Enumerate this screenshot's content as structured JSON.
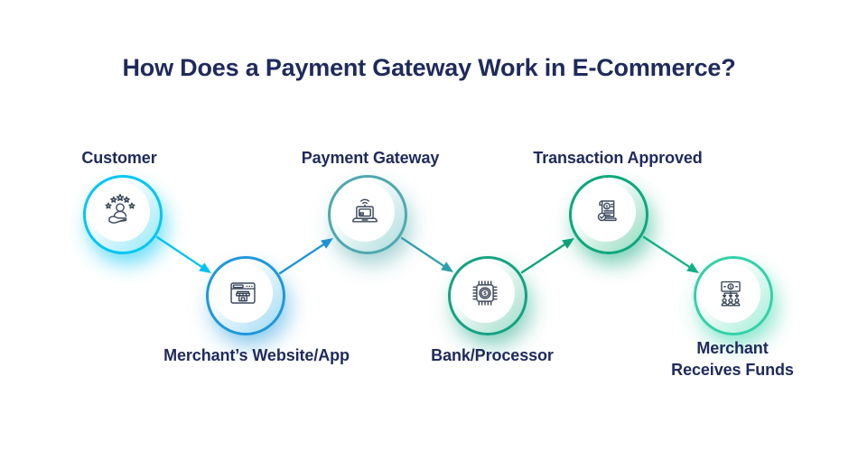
{
  "title": "How Does a Payment Gateway Work in E-Commerce?",
  "theme": {
    "background": "#ffffff",
    "title_color": "#1f2a5c",
    "label_color": "#1f2a5c",
    "icon_stroke": "#3d4a5c"
  },
  "nodes": [
    {
      "id": "customer",
      "label": "Customer",
      "icon": "customer-loyalty-icon",
      "colors": {
        "ring": "#00c6f3",
        "tint": "#9ae9fb",
        "glow": "rgba(0,198,243,0.40)"
      }
    },
    {
      "id": "merchant-website",
      "label": "Merchant’s Website/App",
      "icon": "storefront-browser-icon",
      "colors": {
        "ring": "#1e98da",
        "tint": "#a5dcf5",
        "glow": "rgba(30,152,218,0.35)"
      }
    },
    {
      "id": "payment-gateway",
      "label": "Payment Gateway",
      "icon": "laptop-payment-icon",
      "colors": {
        "ring": "#4fa9ad",
        "tint": "#b2dedf",
        "glow": "rgba(79,169,173,0.35)"
      }
    },
    {
      "id": "bank-processor",
      "label": "Bank/Processor",
      "icon": "chip-processor-icon",
      "colors": {
        "ring": "#13a382",
        "tint": "#a6decd",
        "glow": "rgba(19,163,130,0.35)"
      }
    },
    {
      "id": "transaction-approved",
      "label": "Transaction Approved",
      "icon": "approved-receipt-icon",
      "colors": {
        "ring": "#0ca87b",
        "tint": "#97ddc2",
        "glow": "rgba(12,168,123,0.38)"
      }
    },
    {
      "id": "merchant-receives-funds",
      "label": "Merchant\nReceives Funds",
      "icon": "funds-distribution-icon",
      "colors": {
        "ring": "#32d2a8",
        "tint": "#a9eeda",
        "glow": "rgba(50,210,168,0.40)"
      }
    }
  ],
  "arrows": [
    {
      "from": "customer",
      "to": "merchant-website",
      "color": "#00c4f4"
    },
    {
      "from": "merchant-website",
      "to": "payment-gateway",
      "color": "#1d93d9"
    },
    {
      "from": "payment-gateway",
      "to": "bank-processor",
      "color": "#2f9fae"
    },
    {
      "from": "bank-processor",
      "to": "transaction-approved",
      "color": "#0aa378"
    },
    {
      "from": "transaction-approved",
      "to": "merchant-receives-funds",
      "color": "#12b186"
    }
  ]
}
